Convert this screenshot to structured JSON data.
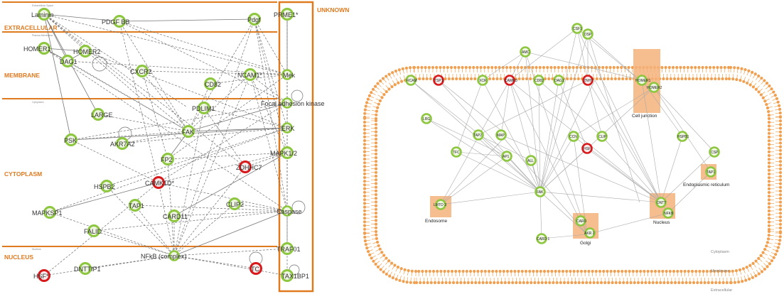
{
  "left_panel": {
    "region_labels": {
      "extracellular": "EXTRACELLULAR",
      "membrane": "MEMBRANE",
      "cytoplasm": "CYTOPLASM",
      "nucleus": "NUCLEUS",
      "unknown": "UNKNOWN"
    },
    "tiny_labels": {
      "extracellular_space": "Extracellular Space",
      "plasma_membrane": "Plasma Membrane",
      "cytoplasm": "Cytoplasm",
      "nucleus": "Nucleus"
    },
    "nodes": {
      "laminin": "Laminin",
      "pdgfbb": "PDGF BB",
      "pdgf": "Pdgf",
      "prmei": "PRME1*",
      "homer1": "HOMER1",
      "homer2": "HOMER2",
      "dag1": "DAG1",
      "cxcr2": "CXCR2",
      "ncam1": "NCAM1*",
      "mek": "Mek",
      "cd82": "CD82",
      "fak_kinase": "Focal adhesion kinase",
      "large": "LARGE",
      "pdlim1": "PDLIM1",
      "erk": "ERK",
      "psk": "PSK",
      "fak": "FAK",
      "akr7a2": "AKR7A2",
      "mapk1_2": "MAPK1/2",
      "fp2": "FP2",
      "zdhhc7": "ZDHHC7",
      "camk": "CAMK1D*",
      "hspb2": "HSPB2",
      "tap1": "TAP1",
      "clip2": "CLIP2",
      "mapksp1": "MAPKSP1",
      "card11": "CARD11",
      "caspase": "Caspase",
      "falid": "FALID",
      "nfkb": "NFkB (complex)",
      "traf01": "TRAF01",
      "hsp": "HSF*",
      "dnttip1": "DNTTIP1",
      "tc": "TC",
      "tax1bp1": "TAX1BP1"
    }
  },
  "right_panel": {
    "compartments": {
      "cell_junction": "Cell junction",
      "endoplasmic_reticulum": "Endoplasmic reticulum",
      "endosome": "Endosome",
      "golgi": "Golgi",
      "nucleus": "Nucleus"
    },
    "membrane_labels": {
      "cytoplasm": "Cytoplasm",
      "membrane": "Membrane",
      "extracellular": "Extracellular"
    },
    "nodes": {
      "r_top1": "CSF1",
      "r_top2": "DSP",
      "r_amc": "AMC",
      "r_rcam": "RCAM",
      "r_tsp1": "TSP1",
      "r_xcr": "XCR",
      "r_camk": "CAMKD",
      "r_cd82": "CD82",
      "r_dag1": "DAG1",
      "r_znht": "ZNHT",
      "r_homer1": "HOMER1",
      "r_homer2": "HOMER2",
      "r_lrg": "LRG",
      "r_tap2": "TAP2",
      "r_map": "MAP",
      "r_clp": "CLIP",
      "r_hspb": "HSPB1",
      "r_csp": "CSP",
      "r_tfc": "TFC",
      "r_ap1": "AP1",
      "r_ccn": "CCN",
      "r_tap": "TAP1",
      "r_all": "ALL",
      "r_fak": "FAK",
      "r_ltm": "LMTO 3",
      "r_dntt": "DNTT",
      "r_nfkb": "NFKB",
      "r_card": "CARD",
      "r_akr": "AKR 2",
      "r_card1": "CARD 1",
      "r_hsf": "HSF"
    }
  },
  "colors": {
    "green": "#8dc63f",
    "red": "#d7191c",
    "orange": "#e07a1f",
    "membrane_orange": "#f0a050"
  }
}
